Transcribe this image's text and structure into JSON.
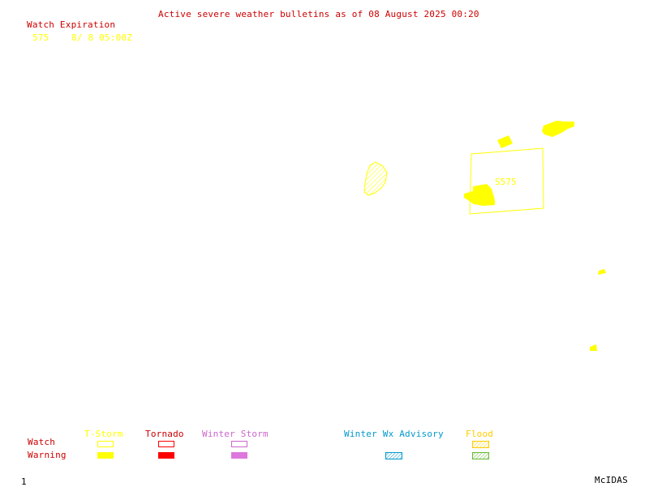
{
  "header": {
    "title": "Active severe weather bulletins as of 08 August 2025 00:20",
    "title_color": "#cc0000"
  },
  "watch_list": {
    "heading": "Watch Expiration",
    "heading_color": "#cc0000",
    "rows": [
      {
        "id": "575",
        "expires": "8/ 8 05:00Z",
        "color": "#ffff00"
      }
    ]
  },
  "map": {
    "watch_label": "S575",
    "watch_color": "#ffff00",
    "warning_color": "#ffff00"
  },
  "legend": {
    "row_labels": {
      "watch": "Watch",
      "warning": "Warning"
    },
    "row_label_color": "#cc0000",
    "categories": [
      {
        "key": "tstorm",
        "label": "T-Storm",
        "color": "#ffff00",
        "watch_style": "outline",
        "warning_style": "filled"
      },
      {
        "key": "tornado",
        "label": "Tornado",
        "color": "#cc0000",
        "box_color": "#ff0000",
        "watch_style": "outline",
        "warning_style": "filled"
      },
      {
        "key": "winter_storm",
        "label": "Winter Storm",
        "color": "#cc66cc",
        "watch_style": "outline",
        "warning_style": "filled"
      },
      {
        "key": "winter_wx",
        "label": "Winter Wx Advisory",
        "color": "#0099cc",
        "warning_style": "hatched"
      },
      {
        "key": "flood",
        "label": "Flood",
        "color": "#ffcc00",
        "watch_style": "hatched",
        "warning_style": "hatched-green"
      }
    ]
  },
  "footer": {
    "frame_number": "1",
    "software": "McIDAS"
  }
}
